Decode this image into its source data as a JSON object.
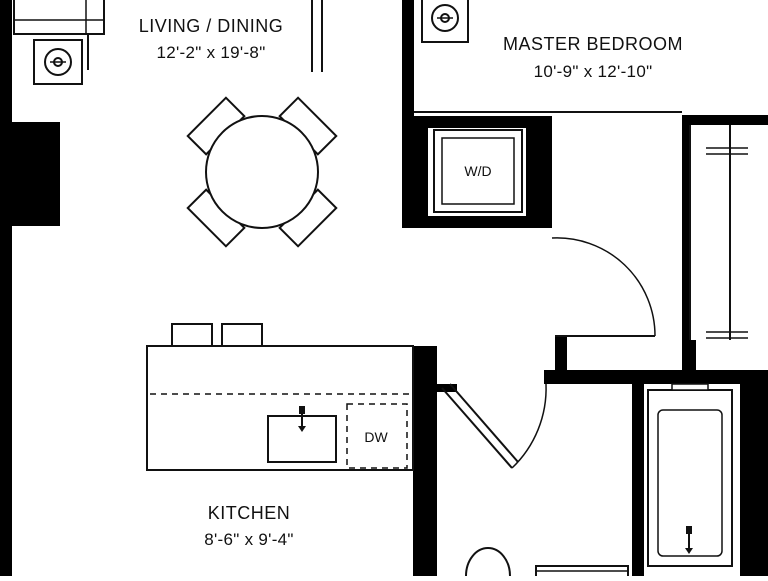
{
  "colors": {
    "wall": "#000000",
    "line": "#111111",
    "background": "#ffffff"
  },
  "rooms": {
    "living": {
      "name": "LIVING / DINING",
      "dims": "12'-2\" x 19'-8\""
    },
    "master": {
      "name": "MASTER BEDROOM",
      "dims": "10'-9\" x 12'-10\""
    },
    "kitchen": {
      "name": "KITCHEN",
      "dims": "8'-6\" x 9'-4\""
    }
  },
  "appliances": {
    "washer_dryer": "W/D",
    "dishwasher": "DW"
  },
  "icons": {
    "thermostat": "thermostat-icon",
    "sink": "sink-icon",
    "toilet": "toilet-icon",
    "bathtub": "bathtub-icon"
  }
}
